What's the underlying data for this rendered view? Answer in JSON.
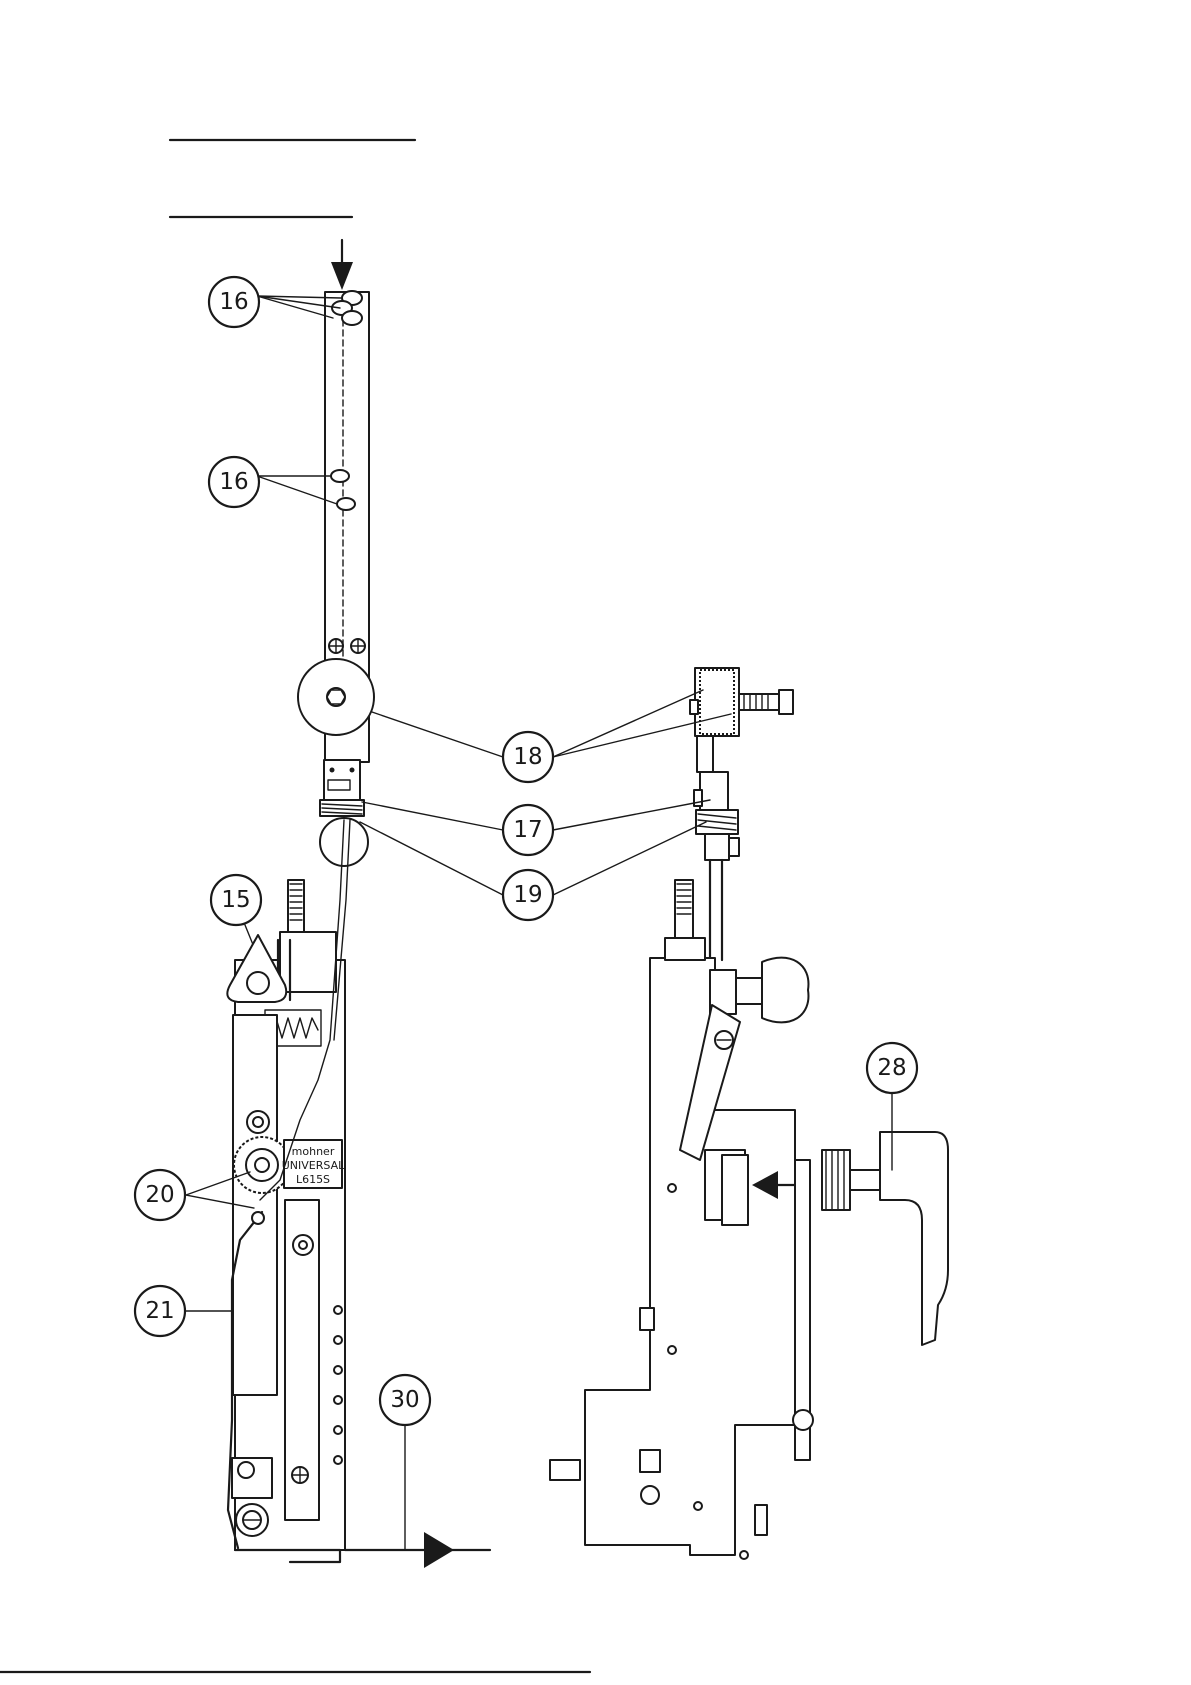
{
  "figure": {
    "plate_label": [
      "mohner",
      "UNIVERSAL",
      "L615S"
    ],
    "callouts": [
      {
        "id": "c16a",
        "label": "16"
      },
      {
        "id": "c16b",
        "label": "16"
      },
      {
        "id": "c18",
        "label": "18"
      },
      {
        "id": "c17",
        "label": "17"
      },
      {
        "id": "c19",
        "label": "19"
      },
      {
        "id": "c15",
        "label": "15"
      },
      {
        "id": "c20",
        "label": "20"
      },
      {
        "id": "c21",
        "label": "21"
      },
      {
        "id": "c30",
        "label": "30"
      },
      {
        "id": "c28",
        "label": "28"
      }
    ]
  },
  "colors": {
    "ink": "#1a1a1a",
    "paper": "#ffffff"
  }
}
